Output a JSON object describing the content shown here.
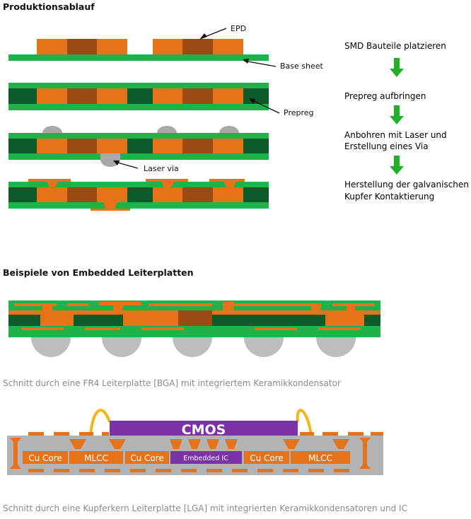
{
  "process": {
    "heading": "Produktionsablauf",
    "labels": {
      "epd": "EPD",
      "base_sheet": "Base sheet",
      "prepreg": "Prepreg",
      "laser_via": "Laser via"
    },
    "steps": [
      {
        "line1": "SMD Bauteile platzieren",
        "line2": ""
      },
      {
        "line1": "Prepreg aufbringen",
        "line2": ""
      },
      {
        "line1": "Anbohren mit Laser und",
        "line2": "Erstellung eines Via"
      },
      {
        "line1": "Herstellung der galvanischen",
        "line2": "Kupfer Kontaktierung"
      }
    ]
  },
  "examples": {
    "heading": "Beispiele von Embedded Leiterplatten",
    "caption_fr4": "Schnitt durch eine FR4 Leiterplatte [BGA] mit integriertem Keramikkondensator",
    "caption_cu": "Schnitt durch eine Kupferkern Leiterplatte [LGA] mit integrierten Keramikkondensatoren und IC",
    "lga": {
      "cmos": "CMOS",
      "cu_core": "Cu Core",
      "mlcc": "MLCC",
      "embedded_ic": "Embedded IC"
    }
  },
  "colors": {
    "green": "#1fb24a",
    "dark_green": "#0f5a2a",
    "orange": "#e6731a",
    "brown": "#9a4a12",
    "gray": "#b3b3b3",
    "purple": "#7a32a6",
    "yellow": "#f2b61b",
    "arrow_green": "#22b02a"
  }
}
